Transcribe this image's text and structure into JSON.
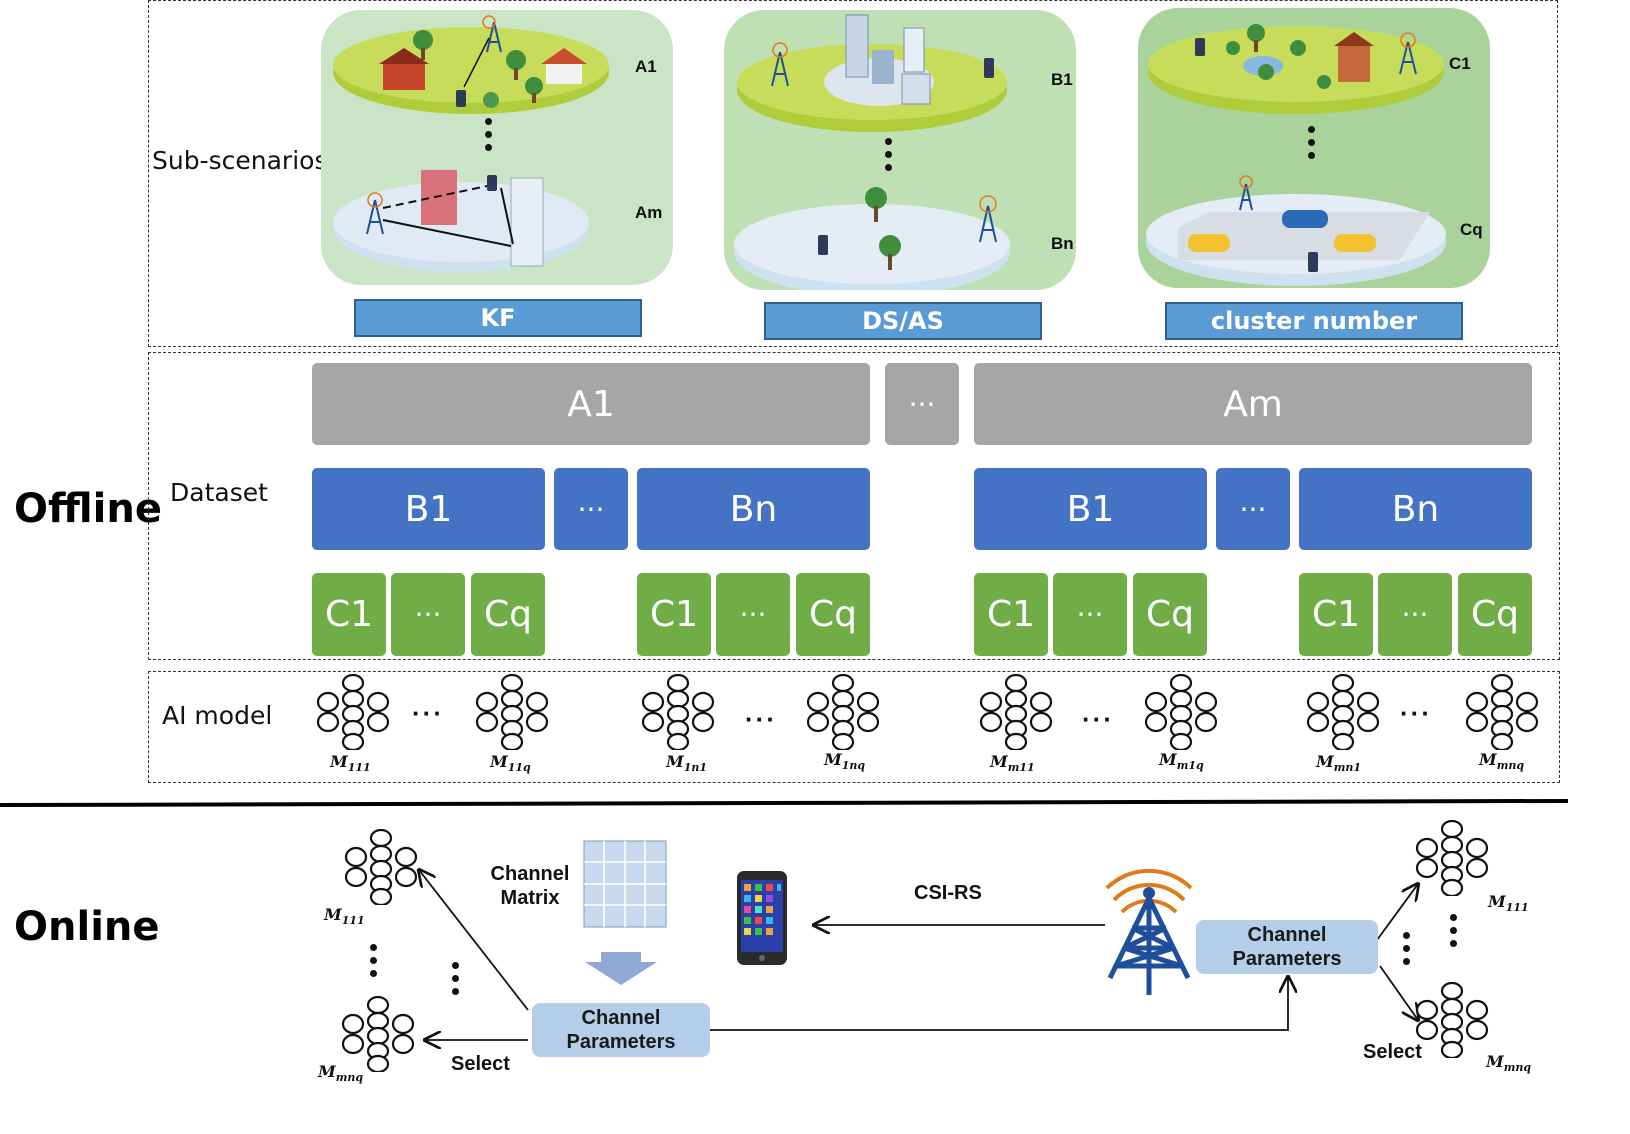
{
  "sections": {
    "offline": "Offline",
    "online": "Online"
  },
  "rows": {
    "sub_scenarios": "Sub-scenarios",
    "dataset": "Dataset",
    "ai_model": "AI model"
  },
  "panels": [
    {
      "top": "A1",
      "bottom": "Am",
      "param": "KF"
    },
    {
      "top": "B1",
      "bottom": "Bn",
      "param": "DS/AS"
    },
    {
      "top": "C1",
      "bottom": "Cq",
      "param": "cluster number"
    }
  ],
  "dataset": {
    "a_left": "A1",
    "a_mid": "···",
    "a_right": "Am",
    "b1": "B1",
    "bdots": "···",
    "bn": "Bn",
    "c1": "C1",
    "cdots": "···",
    "cq": "Cq"
  },
  "models": [
    {
      "m": "M",
      "sub": "111"
    },
    {
      "m": "M",
      "sub": "11q"
    },
    {
      "m": "M",
      "sub": "1n1"
    },
    {
      "m": "M",
      "sub": "1nq"
    },
    {
      "m": "M",
      "sub": "m11"
    },
    {
      "m": "M",
      "sub": "m1q"
    },
    {
      "m": "M",
      "sub": "mn1"
    },
    {
      "m": "M",
      "sub": "mnq"
    }
  ],
  "online": {
    "channel_matrix": "Channel Matrix",
    "channel_params": "Channel Parameters",
    "csi_rs": "CSI-RS",
    "select": "Select",
    "left_top_model": {
      "m": "M",
      "sub": "111"
    },
    "left_bottom_model": {
      "m": "M",
      "sub": "mnq"
    },
    "right_top_model": {
      "m": "M",
      "sub": "111"
    },
    "right_bottom_model": {
      "m": "M",
      "sub": "mnq"
    }
  },
  "colors": {
    "gray": "#a6a6a6",
    "blue": "#4472c4",
    "green": "#70ad47",
    "param": "#5b9bd5",
    "channel_box": "#b4cde8",
    "tower": "#1f4e9a",
    "wave": "#e07b1a"
  },
  "hdots": "···"
}
